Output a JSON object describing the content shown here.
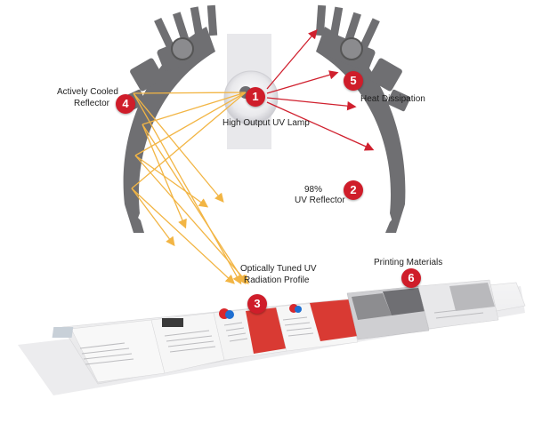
{
  "labels": {
    "lamp": "High Output UV Lamp",
    "cooled_line1": "Actively Cooled",
    "cooled_line2": "Reflector",
    "heat": "Heat Dissipation",
    "reflector_line1": "98%",
    "reflector_line2": "UV Reflector",
    "profile_line1": "Optically Tuned UV",
    "profile_line2": "Radiation Profile",
    "materials": "Printing Materials"
  },
  "badges": {
    "lamp": "1",
    "reflector": "2",
    "profile": "3",
    "cooled": "4",
    "heat": "5",
    "materials": "6"
  },
  "colors": {
    "badge": "#cf1d2a",
    "reflector": "#6f6f72",
    "rays": "#f2b544",
    "heat_arrows": "#d0202e"
  }
}
